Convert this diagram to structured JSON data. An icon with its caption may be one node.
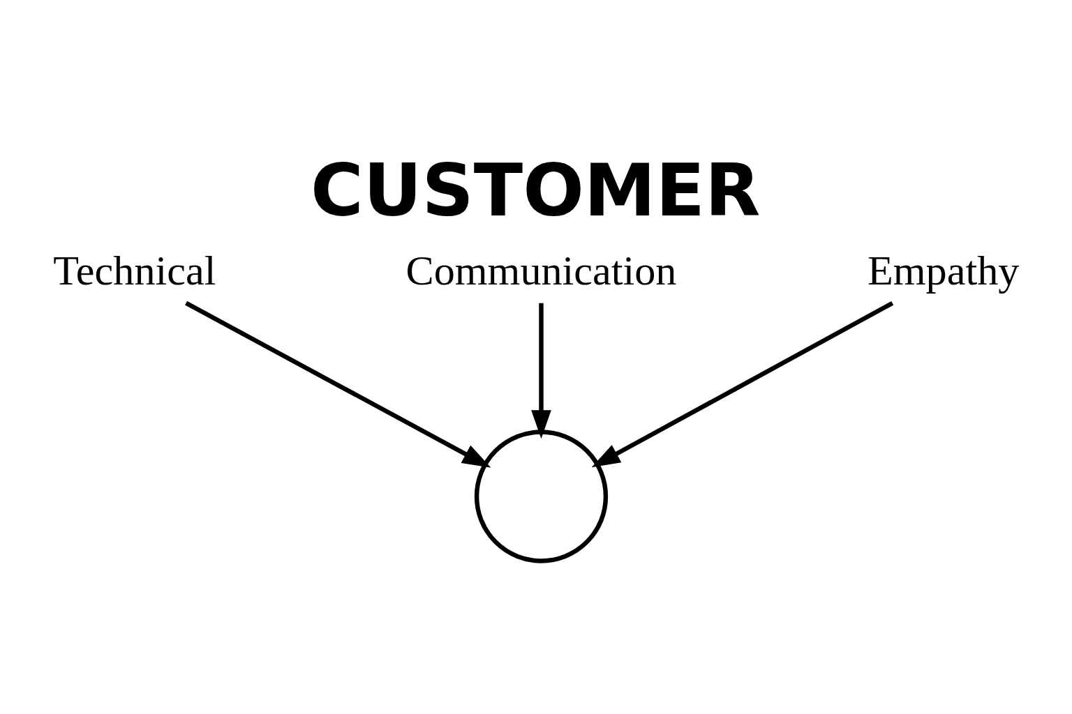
{
  "diagram": {
    "title": "CUSTOMER",
    "nodes": [
      {
        "text": [
          "Technical"
        ]
      },
      {
        "text": [
          "Communication"
        ]
      },
      {
        "text": [
          "Empathy"
        ]
      },
      {
        "text": [],
        "shape": "person"
      }
    ],
    "edges": [
      {
        "from": 0,
        "to": 3,
        "arrow": "to"
      },
      {
        "from": 1,
        "to": 3,
        "arrow": "to"
      },
      {
        "from": 2,
        "to": 3,
        "arrow": "to"
      }
    ]
  }
}
